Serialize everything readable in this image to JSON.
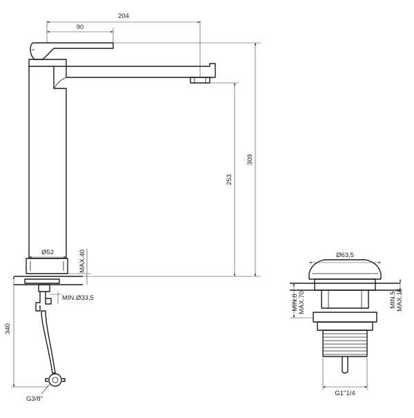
{
  "faucet": {
    "dimensions": {
      "overall_reach": "204",
      "handle_width": "90",
      "total_height": "309",
      "spout_height": "253",
      "body_diameter": "Ø52",
      "max_deck": "MAX.40",
      "min_hole": "MIN.Ø33,5",
      "hose_length": "340",
      "connection": "G3/8\""
    }
  },
  "waste": {
    "dimensions": {
      "cap_diameter": "Ø63,5",
      "min_0": "MIN.0",
      "max_70": "MAX.70",
      "min_5": "MIN.5",
      "max_15": "MAX.15",
      "thread": "G1\"1/4"
    }
  }
}
